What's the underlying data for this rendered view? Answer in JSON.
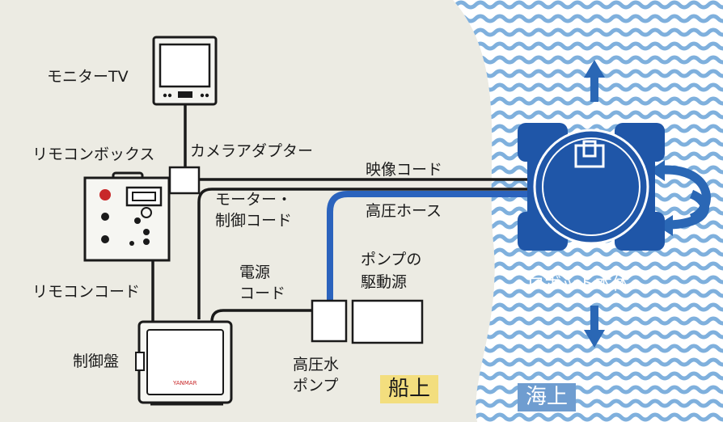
{
  "labels": {
    "monitor_tv": "モニターTV",
    "camera_adapter": "カメラアダプター",
    "remote_box": "リモコンボックス",
    "video_cord": "映像コード",
    "motor_control_cord_1": "モーター・",
    "motor_control_cord_2": "制御コード",
    "high_pressure_hose": "高圧ホース",
    "pump_drive_1": "ポンプの",
    "pump_drive_2": "駆動源",
    "power_cord_1": "電源",
    "power_cord_2": "コード",
    "remote_cord": "リモコンコード",
    "control_panel": "制御盤",
    "hp_pump_1": "高圧水",
    "hp_pump_2": "ポンプ",
    "robot_body": "ロボット本体",
    "on_ship": "船上",
    "at_sea": "海上",
    "brand": "YANMAR"
  },
  "colors": {
    "background": "#ecebe3",
    "sea_wave": "#7fb0dd",
    "robot_blue": "#1f56a8",
    "hose_blue": "#2b63bd",
    "cord_black": "#1a1a1a",
    "on_ship_badge": "#f3de7e",
    "at_sea_badge": "#6f9dd0",
    "knob_red": "#c8282a"
  }
}
